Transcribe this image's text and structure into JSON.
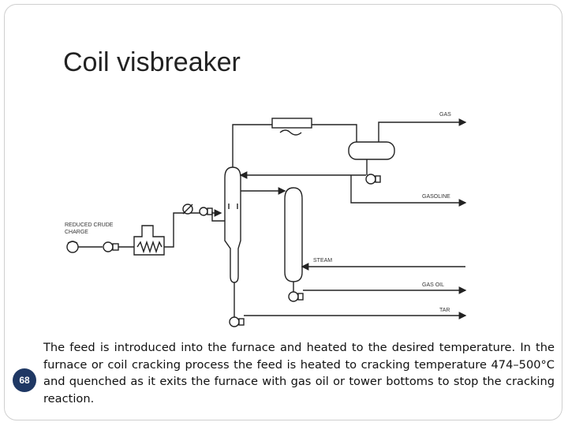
{
  "slide": {
    "title": "Coil visbreaker",
    "caption": "The feed is introduced into the furnace and heated to the desired temperature. In the furnace or coil cracking process the feed is heated to cracking temperature 474–500°C and quenched as it exits the furnace with gas oil or tower bottoms to stop the cracking reaction.",
    "page_number": "68"
  },
  "diagram": {
    "labels": {
      "feed_line1": "REDUCED  CRUDE",
      "feed_line2": "CHARGE",
      "gas": "GAS",
      "gasoline": "GASOLINE",
      "steam": "STEAM",
      "gas_oil": "GAS  OIL",
      "tar": "TAR"
    }
  },
  "colors": {
    "badge": "#1f3864",
    "line": "#222222"
  }
}
